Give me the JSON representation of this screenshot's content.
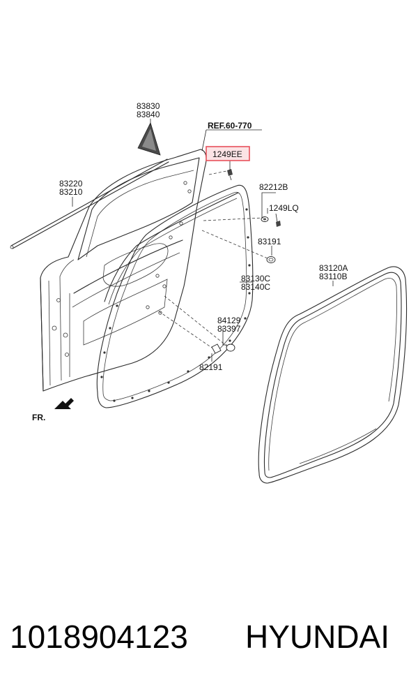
{
  "labels": {
    "p83830": "83830",
    "p83840": "83840",
    "ref": "REF.60-770",
    "p1249ee": "1249EE",
    "p83220": "83220",
    "p83210": "83210",
    "p82212b": "82212B",
    "p1249lq": "1249LQ",
    "p83191": "83191",
    "p83130c": "83130C",
    "p83140c": "83140C",
    "p83120a": "83120A",
    "p83110b": "83110B",
    "p84129": "84129",
    "p83397": "83397",
    "p82191": "82191",
    "fr": "FR."
  },
  "footer": {
    "part_number": "1018904123",
    "brand": "HYUNDAI"
  },
  "colors": {
    "highlight_border": "#e8505b",
    "highlight_fill": "#fbe3e5",
    "line": "#2a2a2a"
  }
}
